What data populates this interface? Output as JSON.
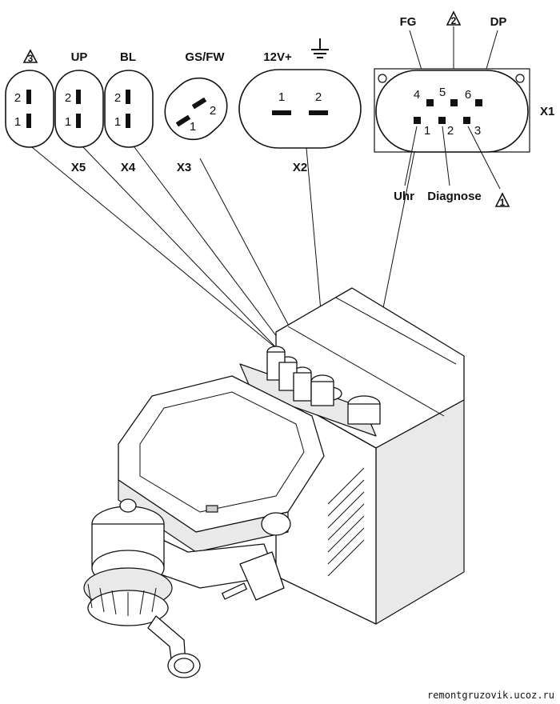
{
  "connectors": {
    "x5": {
      "name": "X5",
      "top_label": "3",
      "pins": [
        "2",
        "1"
      ]
    },
    "up": {
      "top_label": "UP",
      "pins": [
        "2",
        "1"
      ]
    },
    "x4": {
      "name": "X4",
      "top_label": "BL",
      "pins": [
        "2",
        "1"
      ]
    },
    "x3": {
      "name": "X3",
      "top_label": "GS/FW",
      "pins": [
        "2",
        "1"
      ]
    },
    "x2": {
      "name": "X2",
      "top_label": "12V+",
      "pins": [
        "1",
        "2"
      ]
    },
    "x1": {
      "name": "X1",
      "pins_top": [
        "4",
        "5",
        "6"
      ],
      "pins_bottom": [
        "1",
        "2",
        "3"
      ],
      "labels_top": [
        "FG",
        "2",
        "DP"
      ],
      "labels_bottom": [
        "Uhr",
        "Diagnose",
        "1"
      ]
    }
  },
  "watermark": "remontgruzovik.ucoz.ru"
}
